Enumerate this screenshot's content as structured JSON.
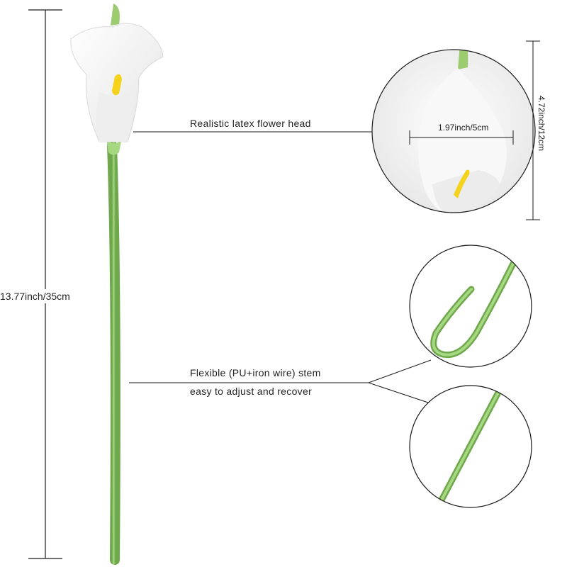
{
  "labels": {
    "height": "13.77inch/35cm",
    "flower_head": "Realistic latex flower head",
    "stem_line1": "Flexible (PU+iron wire) stem",
    "stem_line2": "easy to adjust and recover",
    "head_width": "1.97inch/5cm",
    "head_length": "4.72inch/12cm"
  },
  "colors": {
    "petal": "#f7f7f7",
    "spadix": "#f5d21c",
    "stem": "#8fc46a",
    "stem_dark": "#6fa84c",
    "line": "#1a1a1a"
  }
}
